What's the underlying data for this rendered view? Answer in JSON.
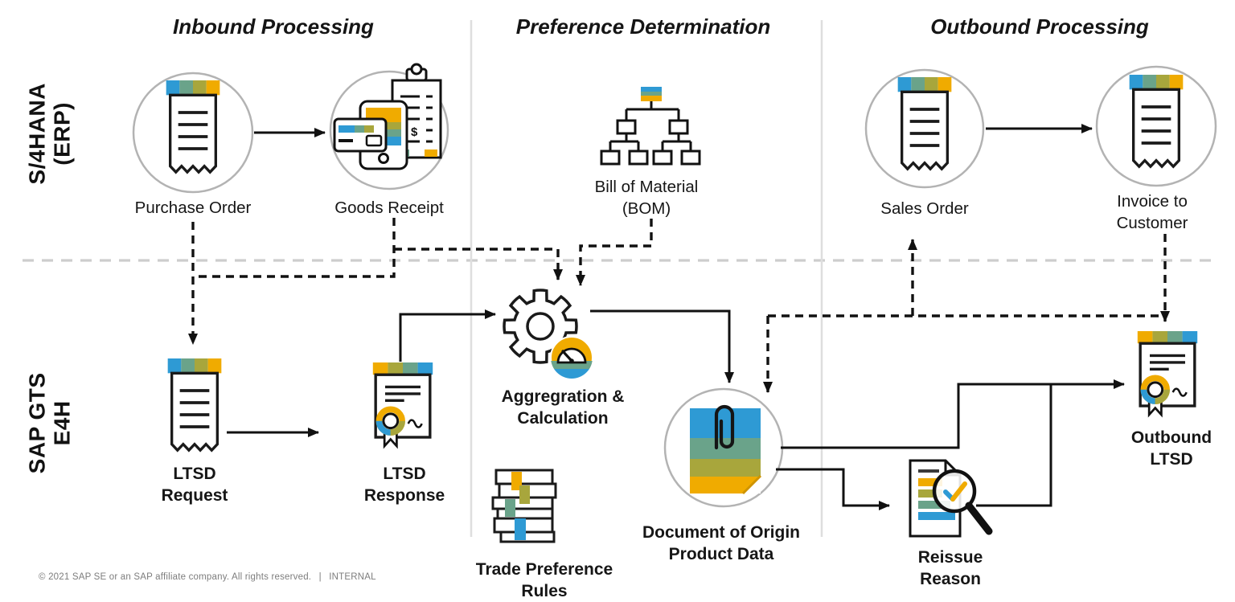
{
  "columns": [
    {
      "label": "Inbound Processing"
    },
    {
      "label": "Preference Determination"
    },
    {
      "label": "Outbound Processing"
    }
  ],
  "lanes": [
    {
      "label": "S/4HANA\n(ERP)"
    },
    {
      "label": "SAP GTS\nE4H"
    }
  ],
  "nodes": {
    "purchase_order": {
      "label": "Purchase Order"
    },
    "goods_receipt": {
      "label": "Goods Receipt",
      "icon_text": "$"
    },
    "bill_of_material": {
      "label": "Bill of Material\n(BOM)"
    },
    "sales_order": {
      "label": "Sales Order"
    },
    "invoice_to_customer": {
      "label": "Invoice to\nCustomer"
    },
    "ltsd_request": {
      "label": "LTSD\nRequest"
    },
    "ltsd_response": {
      "label": "LTSD\nResponse"
    },
    "aggregation_calculation": {
      "label": "Aggregration &\nCalculation"
    },
    "trade_preference_rules": {
      "label": "Trade Preference\nRules"
    },
    "document_of_origin": {
      "label": "Document of Origin\nProduct Data"
    },
    "reissue_reason": {
      "label": "Reissue\nReason"
    },
    "outbound_ltsd": {
      "label": "Outbound\nLTSD"
    }
  },
  "footer": {
    "copyright": "© 2021 SAP SE or an SAP affiliate company. All rights reserved.",
    "separator": "|",
    "classification": "INTERNAL"
  },
  "colors": {
    "sap_blue": "#2e9ad4",
    "sap_teal": "#6aa38a",
    "sap_olive": "#a8a63c",
    "sap_gold": "#f0ab00"
  }
}
